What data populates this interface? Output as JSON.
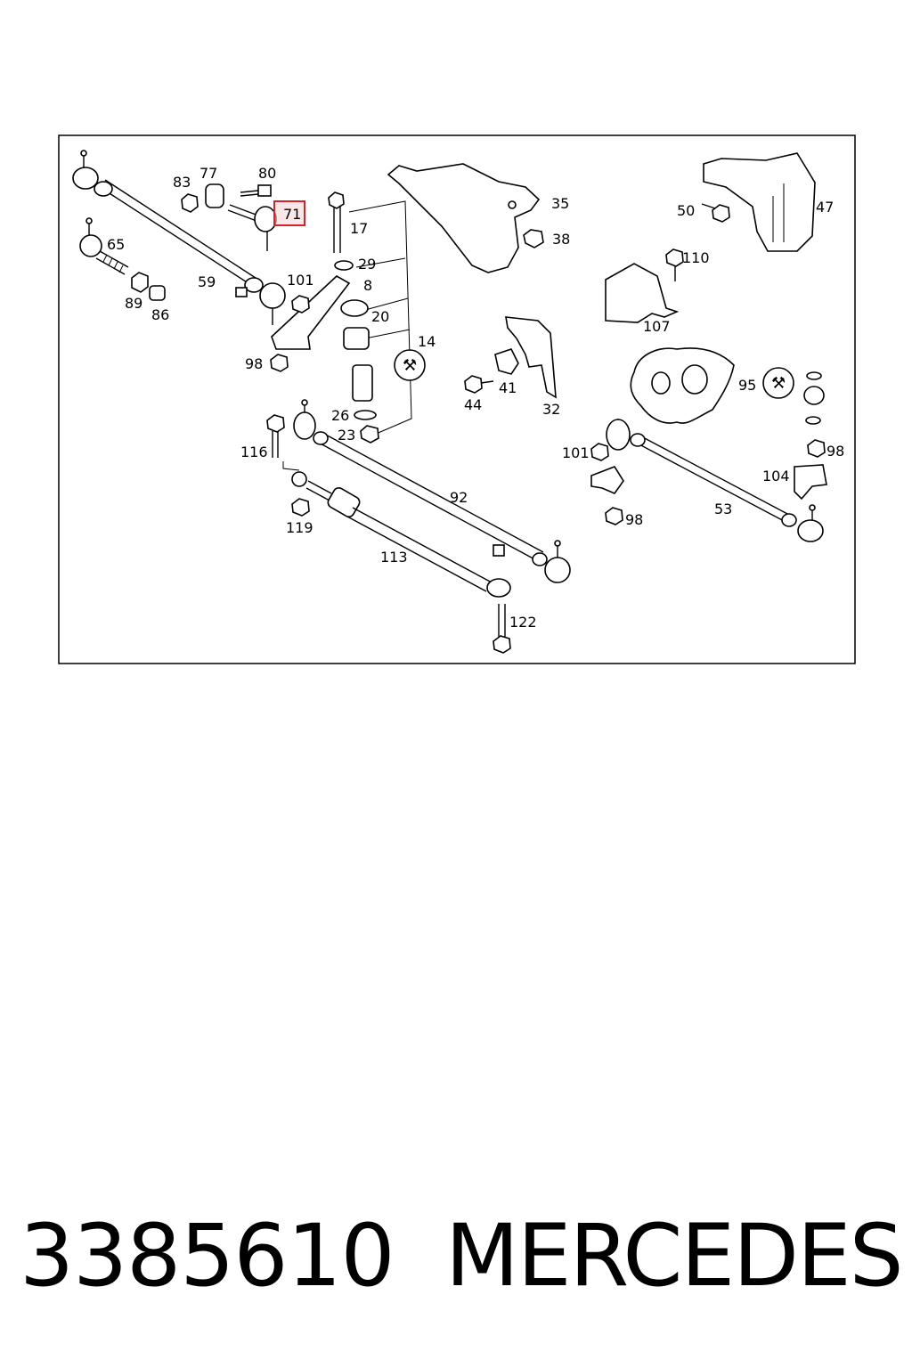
{
  "diagram": {
    "highlighted_part": "71",
    "labels": {
      "p83": "83",
      "p77": "77",
      "p80": "80",
      "p71": "71",
      "p17": "17",
      "p35": "35",
      "p38": "38",
      "p50": "50",
      "p47": "47",
      "p65": "65",
      "p29": "29",
      "p8": "8",
      "p110": "110",
      "p59": "59",
      "p101a": "101",
      "p20": "20",
      "p89": "89",
      "p86": "86",
      "p107": "107",
      "p14": "14",
      "p98a": "98",
      "p41": "41",
      "p95": "95",
      "p44": "44",
      "p32": "32",
      "p26": "26",
      "p23": "23",
      "p101b": "101",
      "p98b": "98",
      "p116": "116",
      "p92": "92",
      "p104": "104",
      "p119": "119",
      "p53": "53",
      "p98c": "98",
      "p113": "113",
      "p122": "122"
    }
  },
  "footer": {
    "part_number": "3385610",
    "brand": "MERCEDES"
  }
}
